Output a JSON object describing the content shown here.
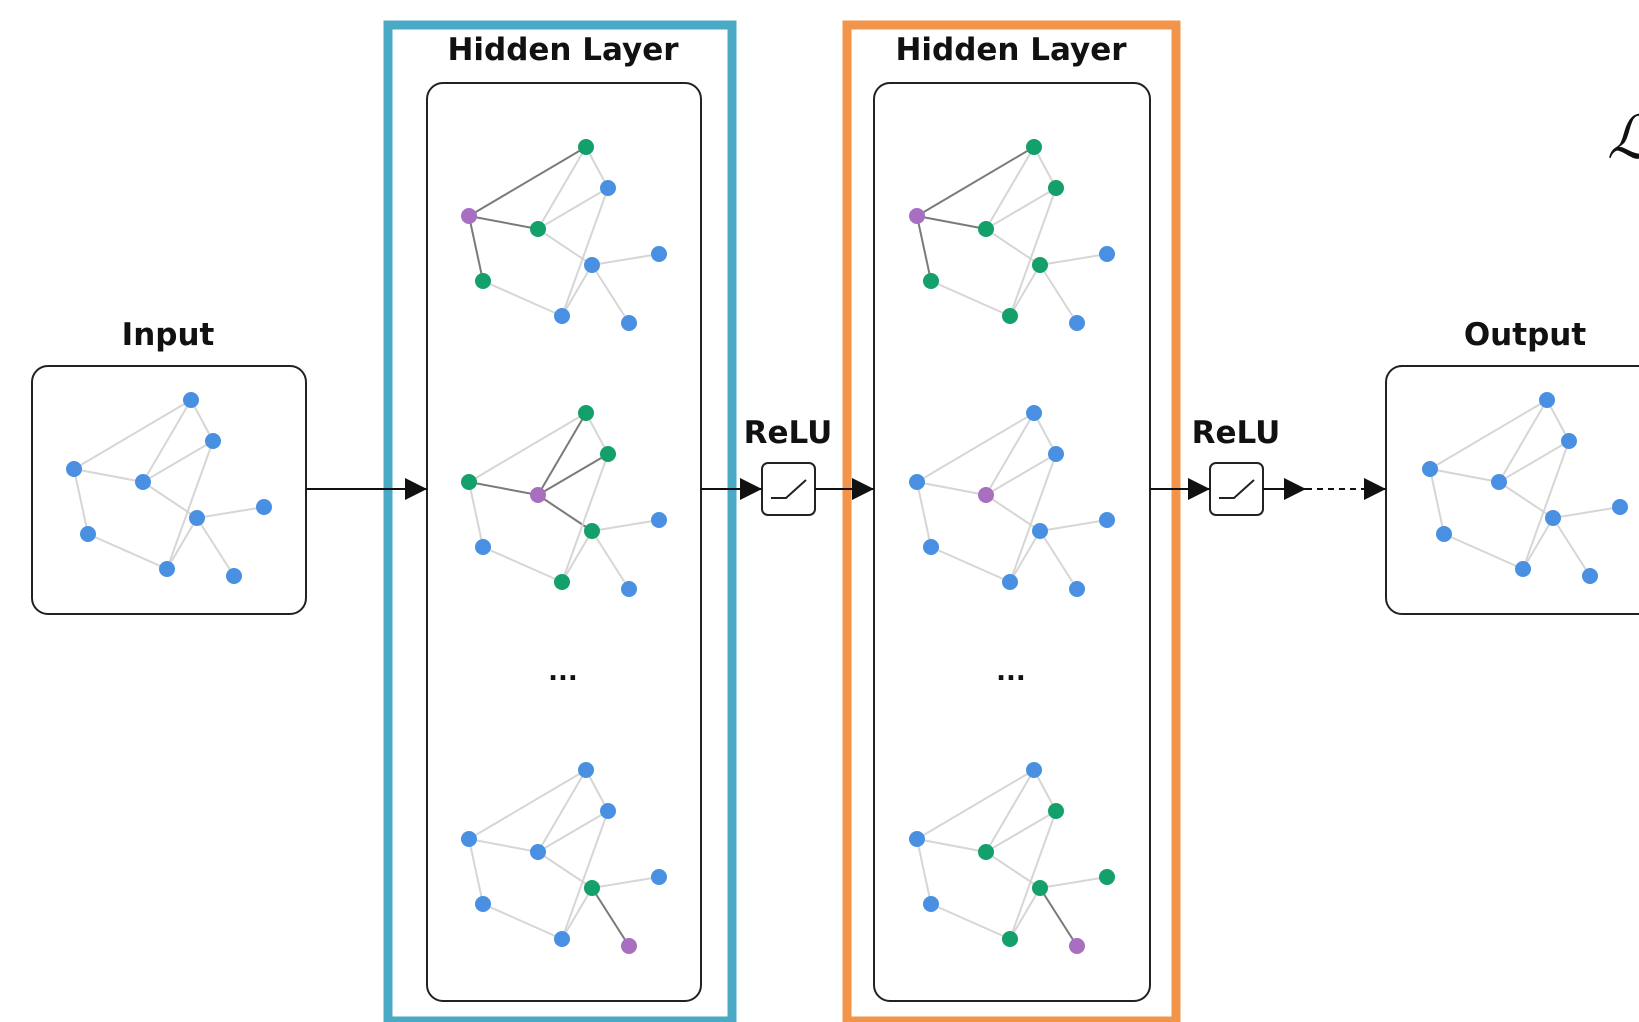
{
  "labels": {
    "input": "Input",
    "hidden_1": "Hidden Layer",
    "hidden_2": "Hidden Layer",
    "activation_1": "ReLU",
    "activation_2": "ReLU",
    "output": "Output",
    "ellipsis_1": "...",
    "ellipsis_2": "...",
    "loss_symbol": "ℒ"
  },
  "colors": {
    "hidden_1_frame": "#4aa9c4",
    "hidden_2_frame": "#f2954a",
    "node_default": "#4a90e2",
    "node_neighbor": "#13a06b",
    "node_center": "#a86fc0",
    "edge_inactive": "#d6d6d6",
    "edge_active": "#7a7a7a",
    "box_stroke": "#222222"
  },
  "graph": {
    "nodes": [
      "n0",
      "n1",
      "n2",
      "n3",
      "n4",
      "n5",
      "n6",
      "n7",
      "n8",
      "n9"
    ],
    "edges": [
      [
        "n0",
        "n1"
      ],
      [
        "n0",
        "n2"
      ],
      [
        "n0",
        "n3"
      ],
      [
        "n1",
        "n2"
      ],
      [
        "n1",
        "n4"
      ],
      [
        "n2",
        "n3"
      ],
      [
        "n2",
        "n5"
      ],
      [
        "n3",
        "n6"
      ],
      [
        "n5",
        "n6"
      ],
      [
        "n5",
        "n7"
      ],
      [
        "n5",
        "n8"
      ],
      [
        "n4",
        "n6"
      ]
    ]
  },
  "panels": [
    {
      "id": "input-graph",
      "center": [],
      "neighbors": []
    },
    {
      "id": "hidden1-graph-1",
      "center": [
        "n1"
      ],
      "neighbors": [
        "n0",
        "n2",
        "n4"
      ]
    },
    {
      "id": "hidden1-graph-2",
      "center": [
        "n2"
      ],
      "neighbors": [
        "n0",
        "n1",
        "n3",
        "n5",
        "n6"
      ]
    },
    {
      "id": "hidden1-graph-3",
      "center": [
        "n8"
      ],
      "neighbors": [
        "n5"
      ]
    },
    {
      "id": "hidden2-graph-1",
      "center": [
        "n1"
      ],
      "neighbors": [
        "n0",
        "n2",
        "n3",
        "n4",
        "n5",
        "n6"
      ]
    },
    {
      "id": "hidden2-graph-2",
      "center": [
        "n2"
      ],
      "neighbors": []
    },
    {
      "id": "hidden2-graph-3",
      "center": [
        "n8"
      ],
      "neighbors": [
        "n2",
        "n3",
        "n5",
        "n6",
        "n7"
      ]
    },
    {
      "id": "output-graph",
      "center": [],
      "neighbors": []
    }
  ]
}
